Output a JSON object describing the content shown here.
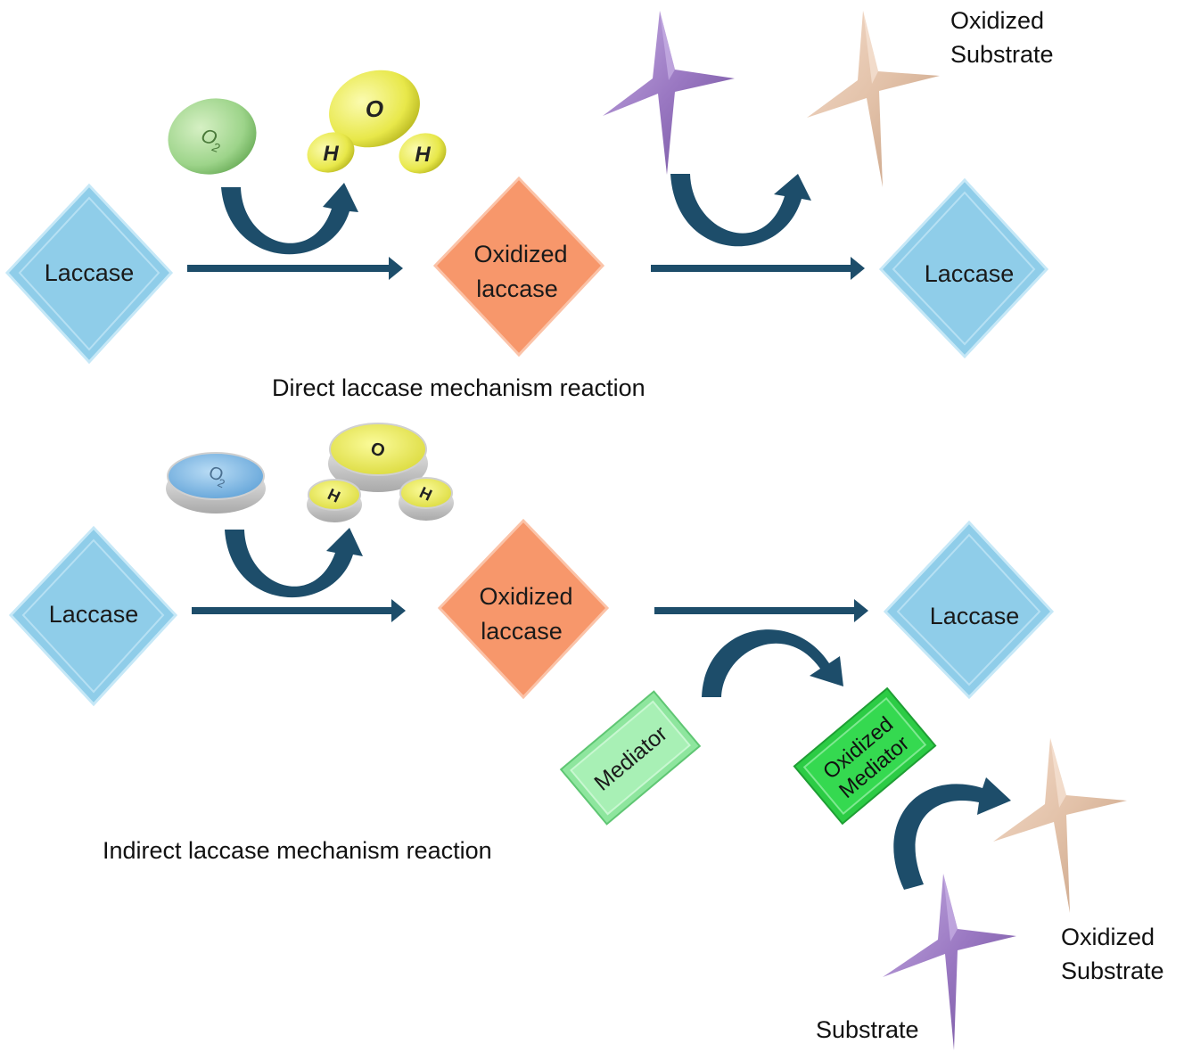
{
  "direct": {
    "laccase_label": "Laccase",
    "oxidized_laccase_line1": "Oxidized",
    "oxidized_laccase_line2": "laccase",
    "product_laccase_label": "Laccase",
    "o2_label": "O",
    "o2_subscript": "2",
    "water_o": "O",
    "water_h": "H",
    "oxidized_substrate_line1": "Oxidized",
    "oxidized_substrate_line2": "Substrate",
    "caption": "Direct laccase mechanism reaction"
  },
  "indirect": {
    "laccase_label": "Laccase",
    "oxidized_laccase_line1": "Oxidized",
    "oxidized_laccase_line2": "laccase",
    "product_laccase_label": "Laccase",
    "o2_label": "O",
    "o2_subscript": "2",
    "water_o": "O",
    "water_h": "H",
    "mediator_label": "Mediator",
    "oxidized_mediator_line1": "Oxidized",
    "oxidized_mediator_line2": "Mediator",
    "oxidized_substrate_line1": "Oxidized",
    "oxidized_substrate_line2": "Substrate",
    "substrate_label": "Substrate",
    "caption": "Indirect laccase mechanism reaction"
  },
  "colors": {
    "laccase": "#8fcde9",
    "oxidized_laccase": "#f7976b",
    "mediator": "#8ee69e",
    "oxidized_mediator": "#2ccc45",
    "arrow": "#1d4d6a",
    "substrate_star": "#9a78c2",
    "oxidized_star": "#e2c1a8",
    "o2_direct": "#9dd48a",
    "o2_indirect": "#6aaee0",
    "water": "#e8e84a"
  }
}
